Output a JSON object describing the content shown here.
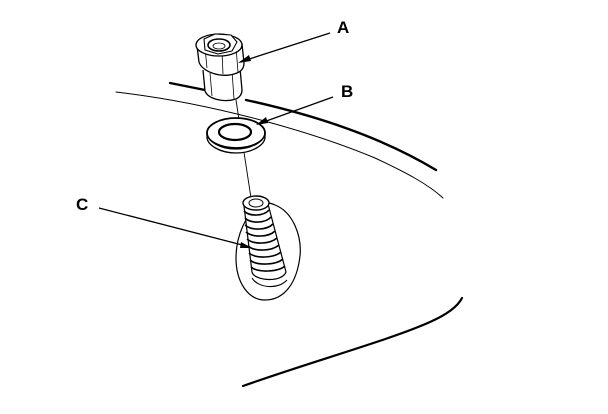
{
  "diagram": {
    "callouts": {
      "a": {
        "label": "A"
      },
      "b": {
        "label": "B"
      },
      "c": {
        "label": "C"
      }
    },
    "colors": {
      "ink": "#000000",
      "paper": "#ffffff"
    }
  }
}
